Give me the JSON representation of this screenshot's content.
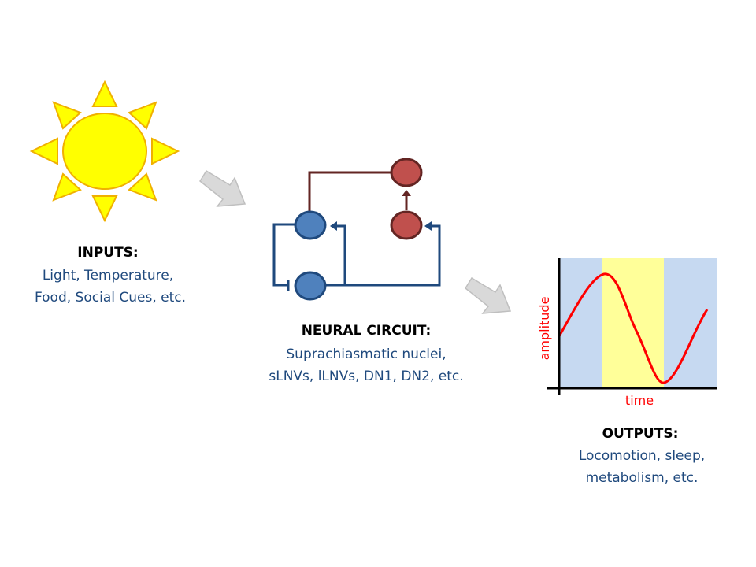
{
  "inputs": {
    "title": "INPUTS:",
    "line1": "Light, Temperature,",
    "line2": "Food, Social Cues, etc."
  },
  "circuit": {
    "title": "NEURAL CIRCUIT:",
    "line1": "Suprachiasmatic nuclei,",
    "line2": "sLNVs, lLNVs, DN1, DN2, etc."
  },
  "outputs": {
    "title": "OUTPUTS:",
    "line1": "Locomotion, sleep,",
    "line2": "metabolism, etc."
  },
  "plot": {
    "xlabel": "time",
    "ylabel": "amplitude"
  },
  "colors": {
    "sun": "#FFFF00",
    "sun_stroke": "#F0B000",
    "blue_node": "#4F81BD",
    "blue_line": "#1F497D",
    "red_node": "#C0504D",
    "red_line": "#632523",
    "night": "#C6D9F1",
    "day": "#FFFF99",
    "curve": "#FF0000"
  }
}
